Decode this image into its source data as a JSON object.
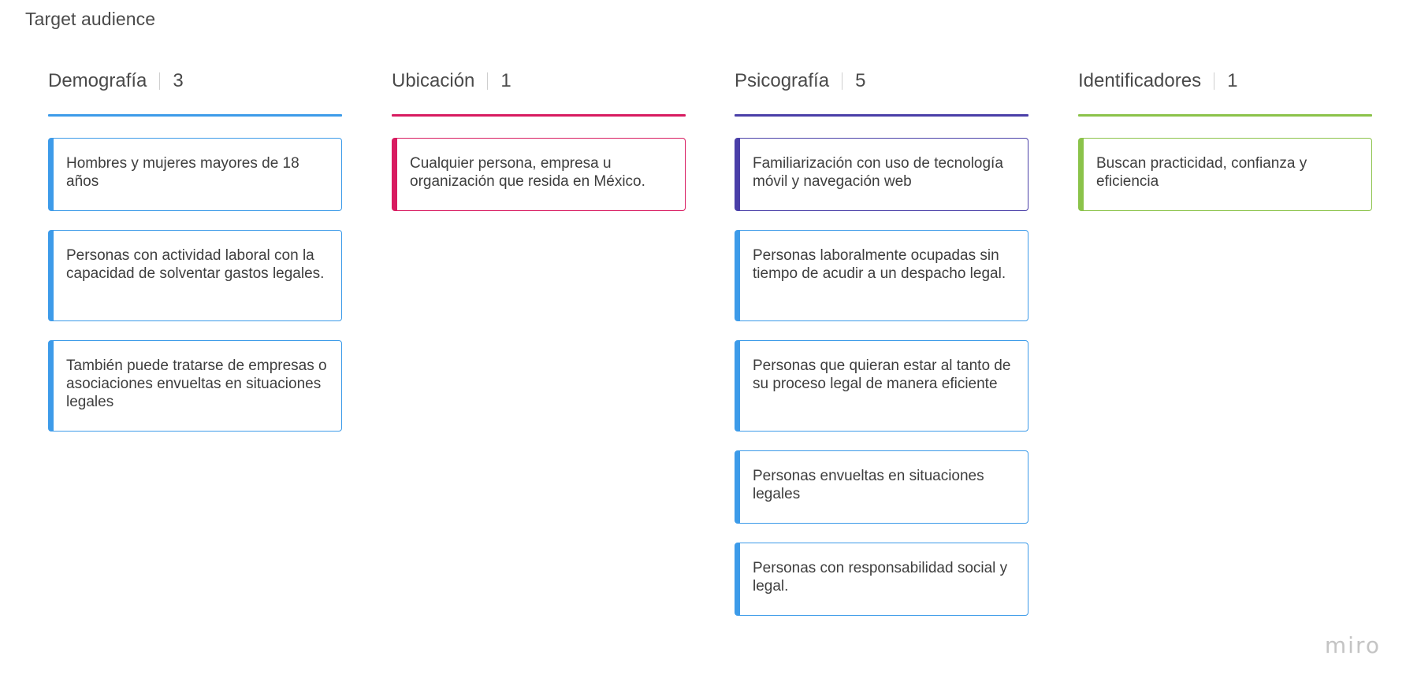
{
  "board": {
    "title": "Target audience"
  },
  "columns": [
    {
      "title": "Demografía",
      "count": "3",
      "color": "#3d9be9",
      "cards": [
        "Hombres y mujeres mayores de 18 años",
        "Personas con actividad laboral con la capacidad de solventar gastos legales.",
        "También puede tratarse de empresas o asociaciones envueltas en situaciones legales"
      ]
    },
    {
      "title": "Ubicación",
      "count": "1",
      "color": "#d81b60",
      "cards": [
        "Cualquier persona, empresa u organización que resida en México."
      ]
    },
    {
      "title": "Psicografía",
      "count": "5",
      "color": "#4a3fa8",
      "cards": [
        "Familiarización con uso de tecnología móvil y navegación web",
        "Personas laboralmente ocupadas sin tiempo de acudir a un despacho legal.",
        "Personas que quieran estar al tanto de su proceso legal de manera eficiente",
        "Personas envueltas en situaciones legales",
        "Personas con responsabilidad social y legal."
      ],
      "card_colors": [
        "#4a3fa8",
        "#3d9be9",
        "#3d9be9",
        "#3d9be9",
        "#3d9be9"
      ]
    },
    {
      "title": "Identificadores",
      "count": "1",
      "color": "#8bc34a",
      "cards": [
        "Buscan practicidad, confianza y eficiencia"
      ]
    }
  ],
  "branding": {
    "logo_text": "miro"
  }
}
